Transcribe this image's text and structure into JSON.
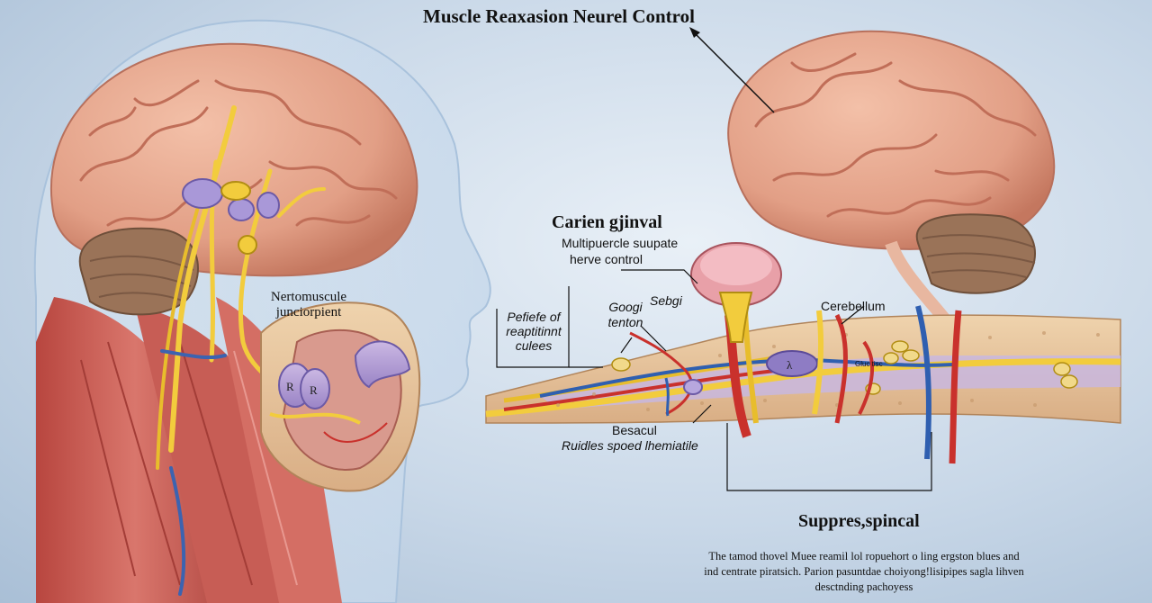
{
  "title": "Muscle Reaxasion Neurel Control",
  "labels": {
    "neuromuscular_1": "Nertomuscule",
    "neuromuscular_2": "junciorpient",
    "carien": "Carien gjinval",
    "multipuercle": "Multipuercle suupate",
    "herve": "herve control",
    "pefiefe_1": "Pefiefe of",
    "pefiefe_2": "reaptitinnt",
    "pefiefe_3": "culees",
    "googi_1": "Googi",
    "googi_2": "tenton",
    "sebgi": "Sebgi",
    "cerebellum": "Cerebellum",
    "small_tag": "Gluc tisc",
    "besacul": "Besacul",
    "ruidles": "Ruidles spoed lhemiatile",
    "suppres": "Suppres,spincal"
  },
  "paragraph": [
    "The tamod thovel Muee reamil lol ropuehort o ling ergston blues and",
    "ind centrate piratsich. Parion pasuntdae choiyong!lisipipes sagla lihven",
    "desctnding pachoyess"
  ],
  "colors": {
    "brain": "#e9a68f",
    "brain_fold": "#c9745f",
    "cerebellum": "#9a7358",
    "nerve": "#f2cc3d",
    "artery": "#c9312c",
    "vein": "#2f5fb0",
    "muscle": "#c85a52",
    "tissue": "#e8c49d",
    "background": "#c9d8e8"
  }
}
